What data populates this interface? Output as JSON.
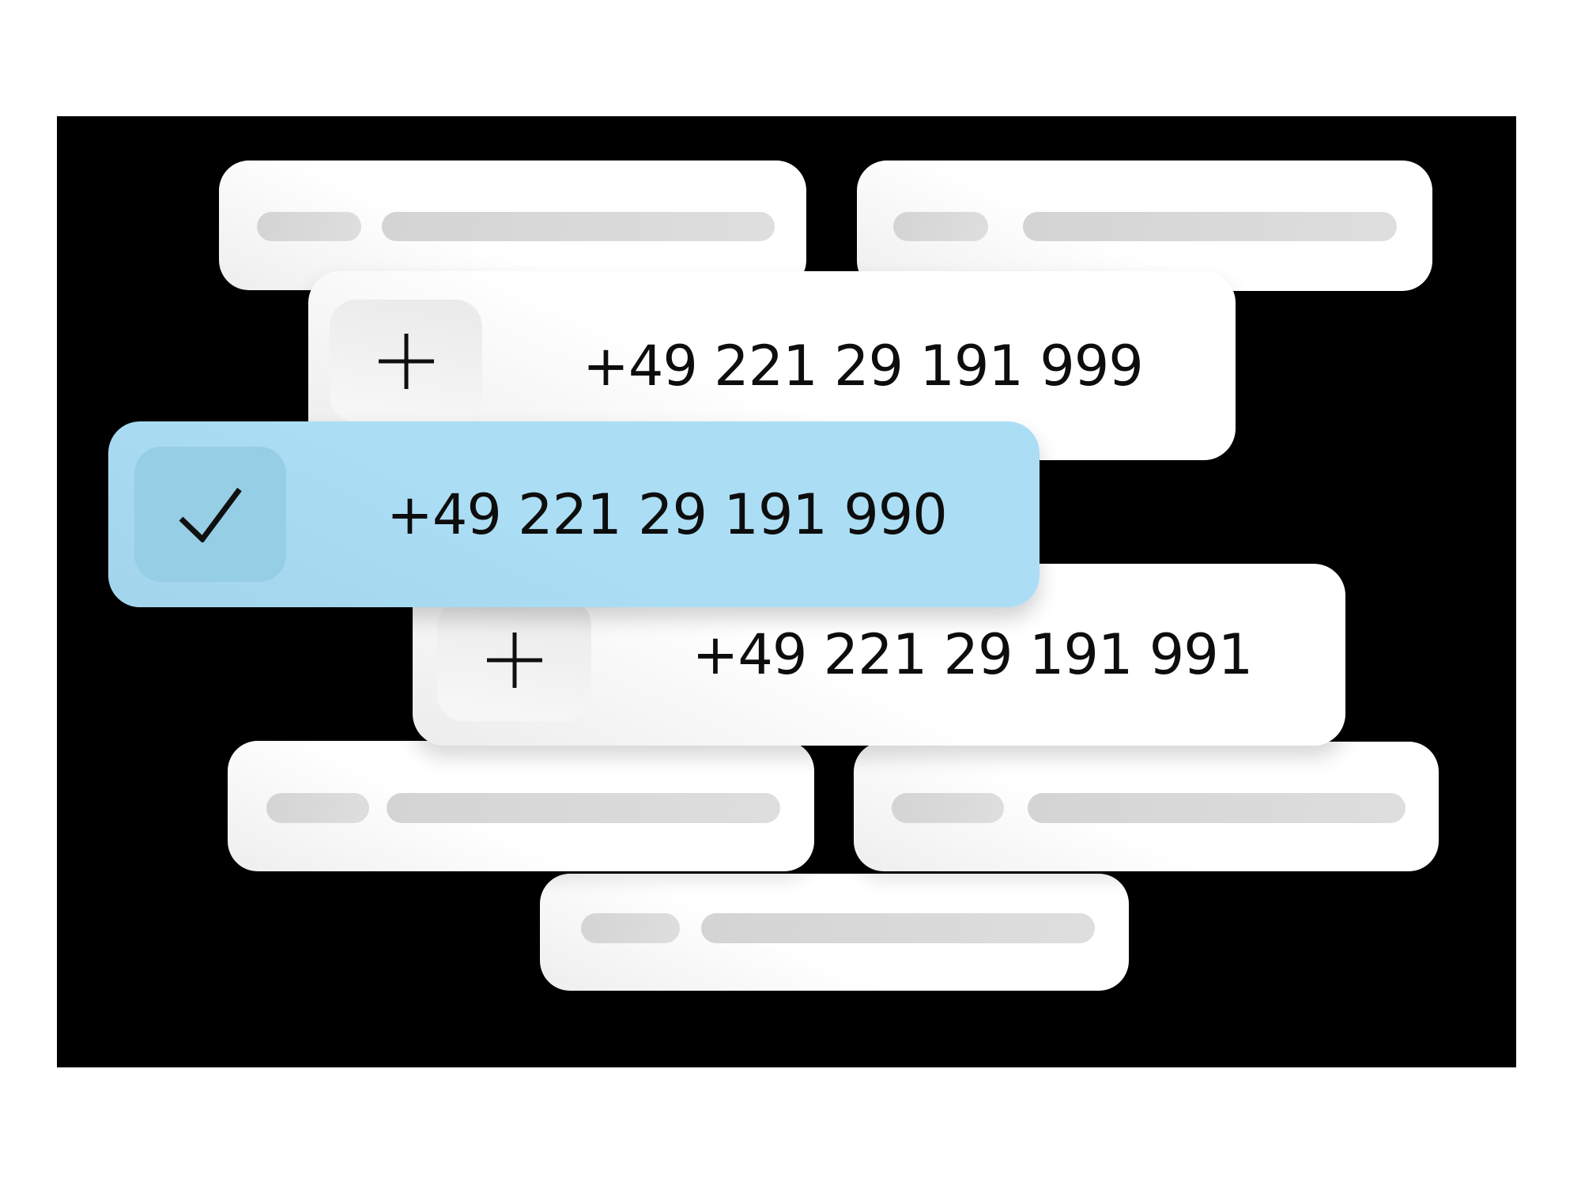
{
  "panel": {
    "background": "#000000"
  },
  "rows": [
    {
      "number": "+49 221 29 191 999",
      "icon": "plus-icon",
      "selected": false
    },
    {
      "number": "+49 221 29 191 990",
      "icon": "check-icon",
      "selected": true
    },
    {
      "number": "+49 221 29 191 991",
      "icon": "plus-icon",
      "selected": false
    }
  ],
  "colors": {
    "highlight_blue": "#A7DBF1",
    "highlight_check_box": "#95CEE5",
    "panel_black": "#000000",
    "card_white": "#FFFFFF",
    "placeholder_gray": "#D9D9D9",
    "icon_button_gray": "#F0F0F0",
    "text_black": "#0D0D0D"
  }
}
